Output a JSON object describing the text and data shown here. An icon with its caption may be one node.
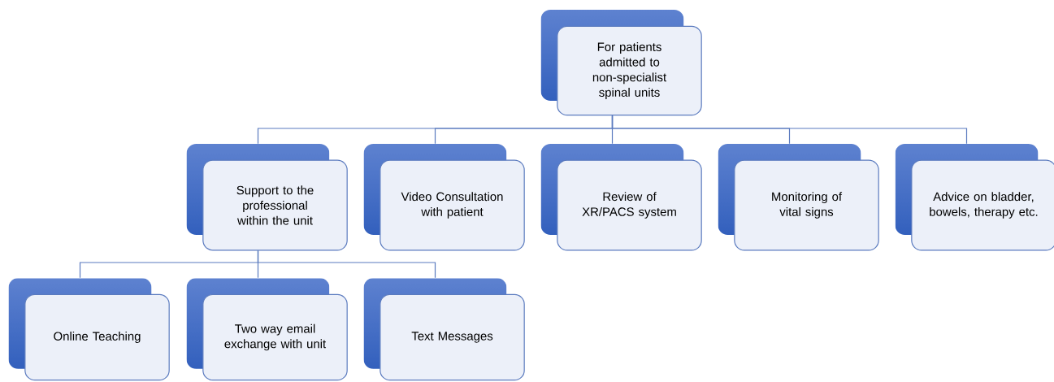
{
  "diagram": {
    "nodes": [
      {
        "text": [
          "For patients admitted to non-specialist spinal units"
        ]
      },
      {
        "text": [
          "Support to the professional within the unit"
        ]
      },
      {
        "text": [
          "Video Consultation with patient"
        ]
      },
      {
        "text": [
          "Review of XR/PACS system"
        ]
      },
      {
        "text": [
          "Monitoring of vital signs"
        ]
      },
      {
        "text": [
          "Advice on bladder, bowels, therapy etc."
        ]
      },
      {
        "text": [
          "Online Teaching"
        ]
      },
      {
        "text": [
          "Two way email exchange with unit"
        ]
      },
      {
        "text": [
          "Text Messages"
        ]
      }
    ],
    "edges": [
      {
        "from": 0,
        "to": 1,
        "arrow": "none"
      },
      {
        "from": 0,
        "to": 2,
        "arrow": "none"
      },
      {
        "from": 0,
        "to": 3,
        "arrow": "none"
      },
      {
        "from": 0,
        "to": 4,
        "arrow": "none"
      },
      {
        "from": 0,
        "to": 5,
        "arrow": "none"
      },
      {
        "from": 1,
        "to": 6,
        "arrow": "none"
      },
      {
        "from": 1,
        "to": 7,
        "arrow": "none"
      },
      {
        "from": 1,
        "to": 8,
        "arrow": "none"
      }
    ]
  }
}
